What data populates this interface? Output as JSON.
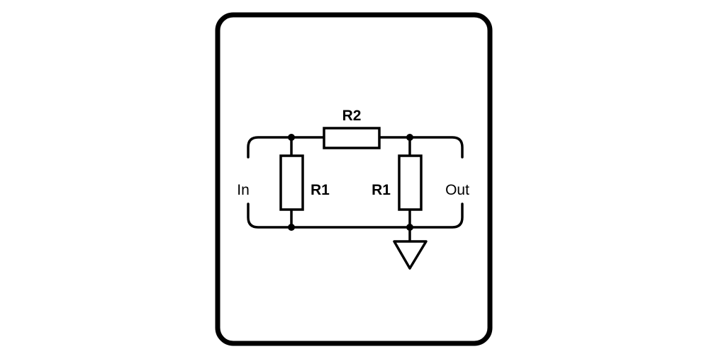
{
  "diagram": {
    "labels": {
      "input": "In",
      "output": "Out",
      "series_resistor": "R2",
      "shunt_resistor_left": "R1",
      "shunt_resistor_right": "R1"
    },
    "symbols": {
      "ground": "ground-icon"
    },
    "colors": {
      "stroke": "#000000",
      "background": "#ffffff"
    }
  }
}
